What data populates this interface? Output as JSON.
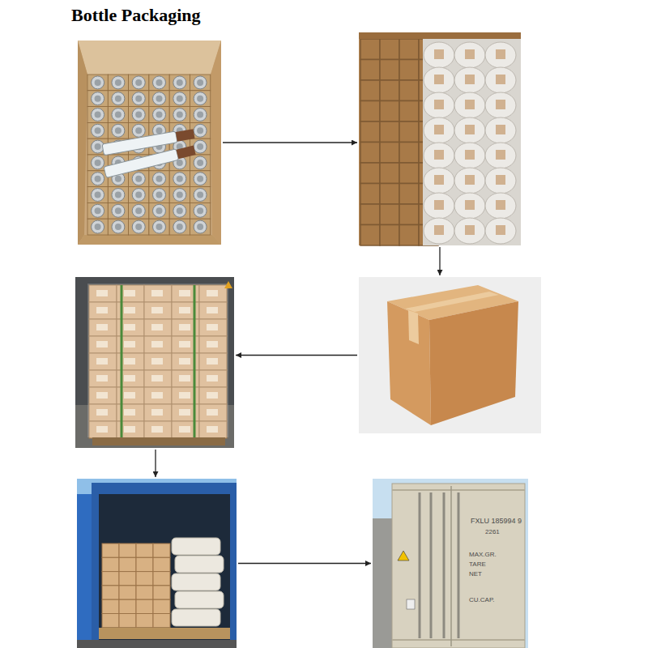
{
  "diagram": {
    "title": "Bottle Packaging",
    "nodes": [
      {
        "text": []
      },
      {
        "text": []
      },
      {
        "text": []
      },
      {
        "text": []
      },
      {
        "text": []
      },
      {
        "text": [
          "FXLU 185994 9",
          "2261",
          "MAX.GR.",
          "TARE",
          "NET",
          "CU.CAP."
        ]
      }
    ],
    "edges": [
      {
        "from": 0,
        "to": 1,
        "arrow": "to"
      },
      {
        "from": 1,
        "to": 2,
        "arrow": "to"
      },
      {
        "from": 2,
        "to": 3,
        "arrow": "to"
      },
      {
        "from": 3,
        "to": 4,
        "arrow": "to"
      },
      {
        "from": 4,
        "to": 5,
        "arrow": "to"
      }
    ]
  }
}
